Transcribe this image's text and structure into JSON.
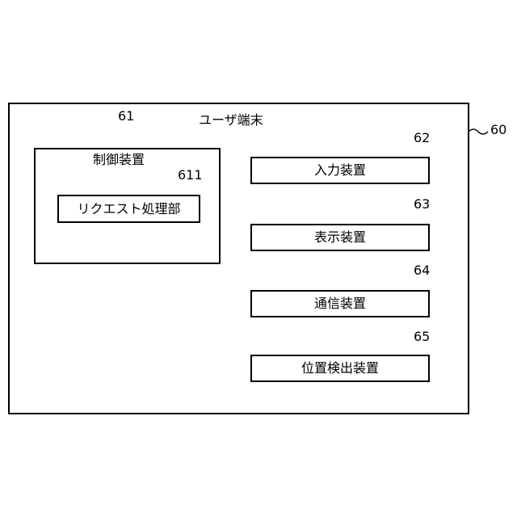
{
  "terminal": {
    "ref": "60",
    "title": "ユーザ端末"
  },
  "controller": {
    "ref": "61",
    "label": "制御装置"
  },
  "request_unit": {
    "ref": "611",
    "label": "リクエスト処理部"
  },
  "devices": [
    {
      "ref": "62",
      "label": "入力装置"
    },
    {
      "ref": "63",
      "label": "表示装置"
    },
    {
      "ref": "64",
      "label": "通信装置"
    },
    {
      "ref": "65",
      "label": "位置検出装置"
    }
  ]
}
